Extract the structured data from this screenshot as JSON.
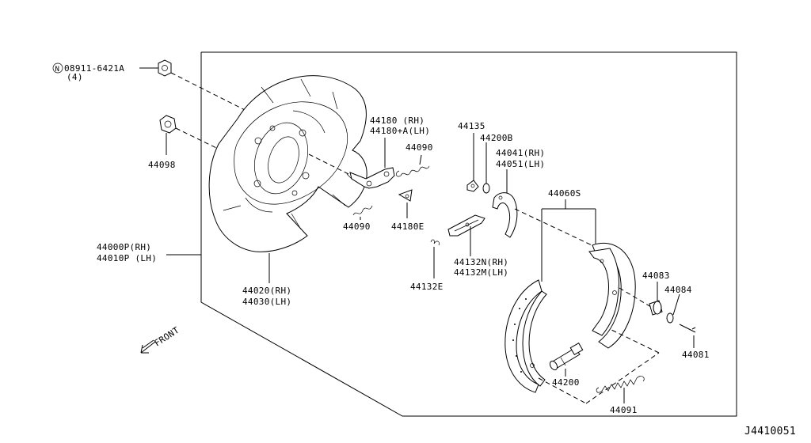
{
  "labels": {
    "nut_code": "08911-6421A",
    "nut_qty": "(4)",
    "nut_prefix": "N",
    "p44098": "44098",
    "p44000": "44000P(RH)",
    "p44010": "44010P (LH)",
    "p44020": "44020(RH)",
    "p44030": "44030(LH)",
    "p44180": "44180  (RH)",
    "p44180a": "44180+A(LH)",
    "p44090a": "44090",
    "p44090b": "44090",
    "p44180e": "44180E",
    "p44135": "44135",
    "p44200b": "44200B",
    "p44041": "44041(RH)",
    "p44051": "44051(LH)",
    "p44060": "44060S",
    "p44132n": "44132N(RH)",
    "p44132m": "44132M(LH)",
    "p44132e": "44132E",
    "p44083": "44083",
    "p44084": "44084",
    "p44081": "44081",
    "p44200": "44200",
    "p44091": "44091",
    "front": "FRONT",
    "diagram_id": "J4410051"
  }
}
